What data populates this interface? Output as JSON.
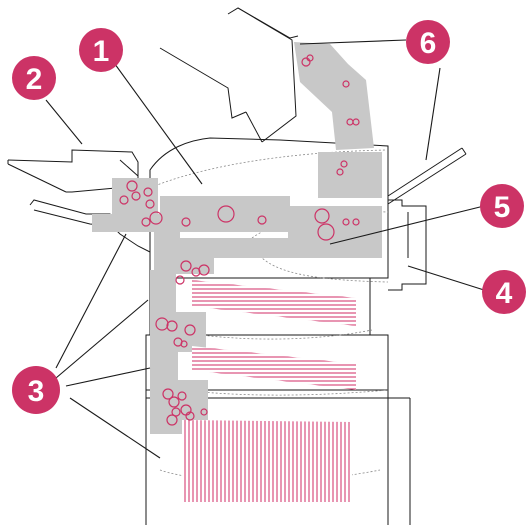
{
  "colors": {
    "callout": "#cc3366",
    "shade": "#c8c8c8",
    "outline": "#1a1a1a",
    "roller": "#cc3366",
    "hatch": "#d94f80",
    "background": "#ffffff"
  },
  "callouts": [
    {
      "id": "1",
      "label": "1"
    },
    {
      "id": "2",
      "label": "2"
    },
    {
      "id": "3",
      "label": "3"
    },
    {
      "id": "4",
      "label": "4"
    },
    {
      "id": "5",
      "label": "5"
    },
    {
      "id": "6",
      "label": "6"
    }
  ]
}
